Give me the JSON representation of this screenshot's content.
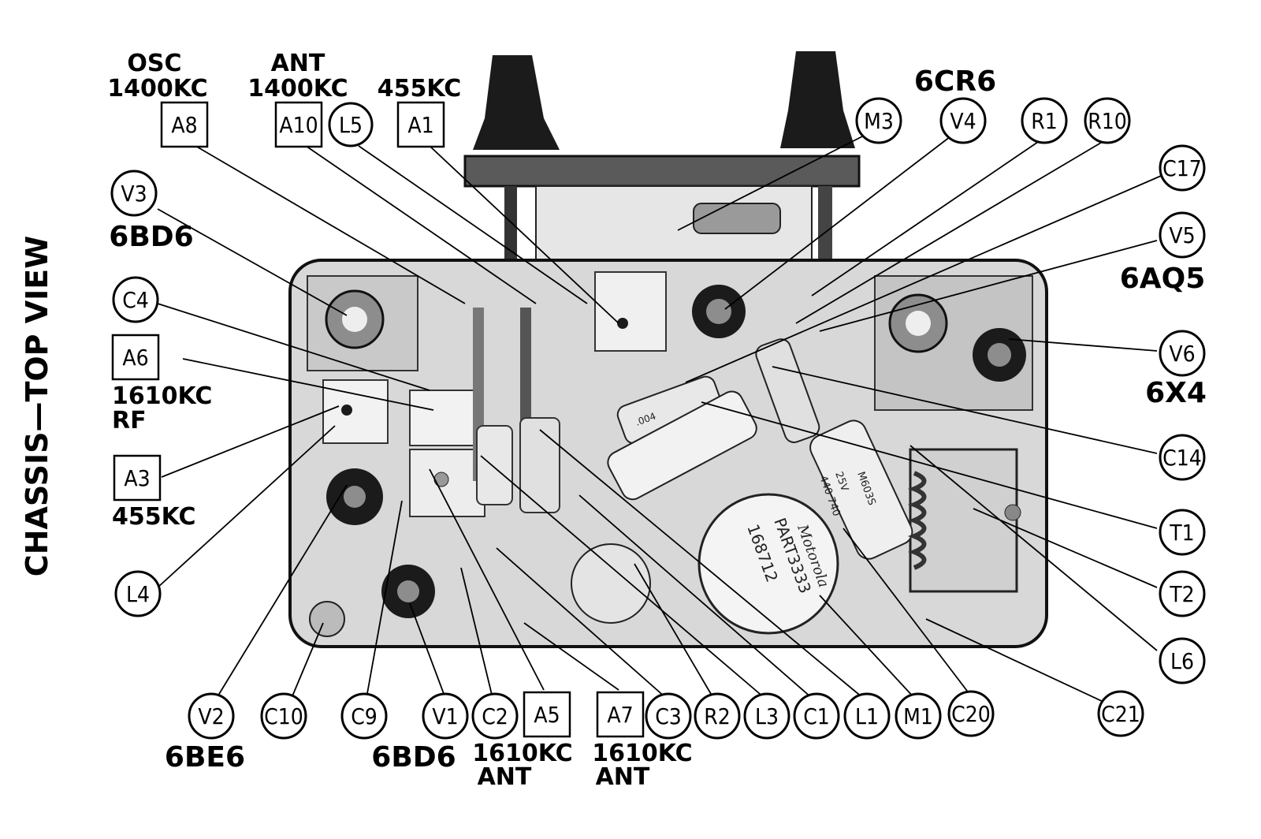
{
  "view_title": "CHASSIS—TOP VIEW",
  "labels": {
    "A8": "A8",
    "A10": "A10",
    "L5": "L5",
    "A1": "A1",
    "M3": "M3",
    "V4": "V4",
    "R1": "R1",
    "R10": "R10",
    "C17": "C17",
    "V3": "V3",
    "V5": "V5",
    "C4": "C4",
    "A6": "A6",
    "V6": "V6",
    "A3": "A3",
    "C14": "C14",
    "T1": "T1",
    "L4": "L4",
    "T2": "T2",
    "L6": "L6",
    "V2": "V2",
    "C10": "C10",
    "C9": "C9",
    "V1": "V1",
    "C2": "C2",
    "A5": "A5",
    "A7": "A7",
    "C3": "C3",
    "R2": "R2",
    "L3": "L3",
    "C1": "C1",
    "L1": "L1",
    "M1": "M1",
    "C20": "C20",
    "C21": "C21"
  },
  "captions": {
    "osc": "OSC",
    "osc_freq": "1400KC",
    "ant": "ANT",
    "ant_freq": "1400KC",
    "a1_freq": "455KC",
    "v4_tube": "6CR6",
    "v3_tube": "6BD6",
    "v5_tube": "6AQ5",
    "a6_freq": "1610KC",
    "a6_rf": "RF",
    "a3_freq": "455KC",
    "v6_tube": "6X4",
    "v2_tube": "6BE6",
    "v1_tube": "6BD6",
    "a5_freq": "1610KC",
    "a5_ant": "ANT",
    "a7_freq": "1610KC",
    "a7_ant": "ANT"
  },
  "component_markings": {
    "speaker_part": "PART3333",
    "speaker_num": "168712",
    "speaker_brand": "Motorola",
    "cap_a": ".004",
    "cap_b": "M603S",
    "cap_c": "25V",
    "cap_d": "440 740"
  }
}
